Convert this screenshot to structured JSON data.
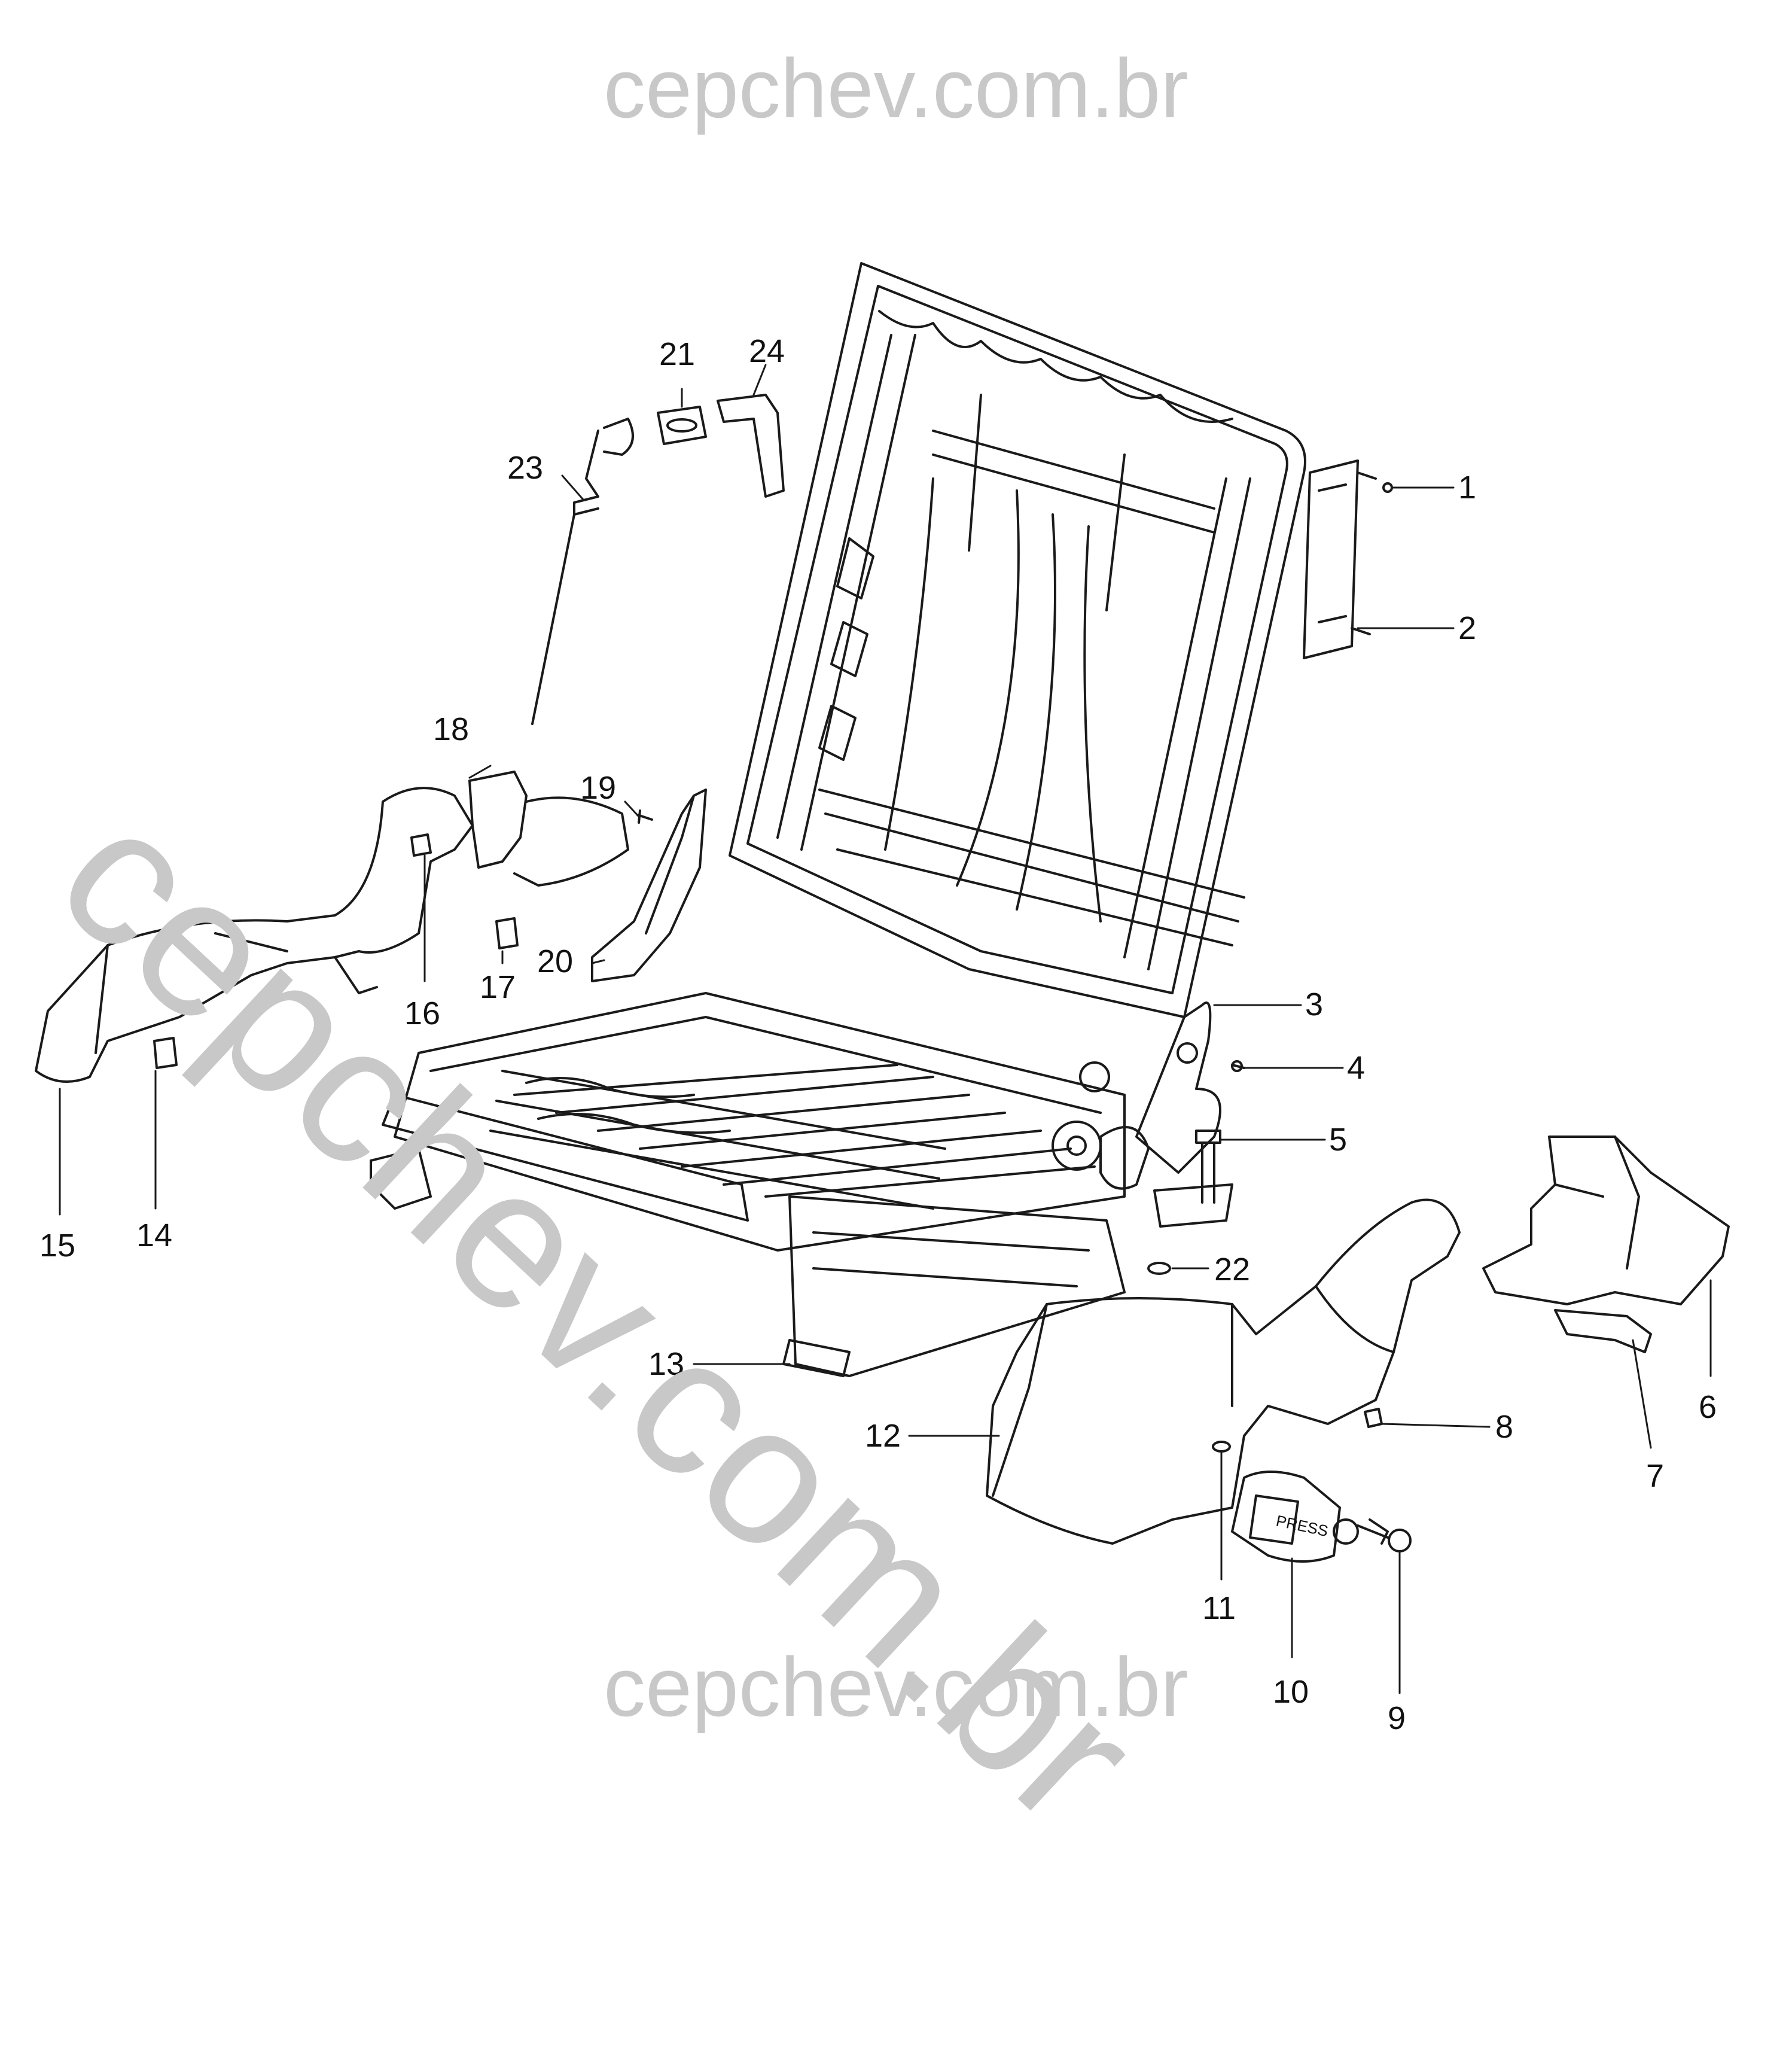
{
  "watermark": {
    "top": "cepchev.com.br",
    "bottom": "cepchev.com.br",
    "diagonal": "cepchev.com.br"
  },
  "callouts": [
    "1",
    "2",
    "3",
    "4",
    "5",
    "6",
    "7",
    "8",
    "9",
    "10",
    "11",
    "12",
    "13",
    "14",
    "15",
    "16",
    "17",
    "18",
    "19",
    "20",
    "21",
    "22",
    "23",
    "24"
  ],
  "buckle_text": "PRESS",
  "colors": {
    "line": "#1a1a1a",
    "watermark": "#c8c8c8",
    "background": "#ffffff"
  }
}
